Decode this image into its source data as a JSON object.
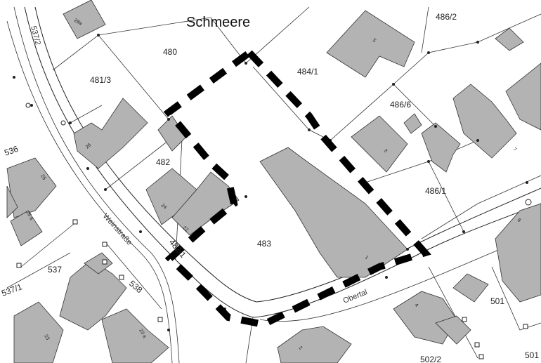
{
  "map": {
    "place_name": "Schmeere",
    "street_labels": {
      "weinstrasse": "Weinstraße",
      "obertal": "Obertal",
      "top_left_street": "537/2"
    },
    "parcels": [
      {
        "id": "480",
        "label": "480"
      },
      {
        "id": "481-3",
        "label": "481/3"
      },
      {
        "id": "482",
        "label": "482"
      },
      {
        "id": "482-1",
        "label": "482/1"
      },
      {
        "id": "483",
        "label": "483"
      },
      {
        "id": "484-1",
        "label": "484/1"
      },
      {
        "id": "486-2",
        "label": "486/2"
      },
      {
        "id": "486-6",
        "label": "486/6"
      },
      {
        "id": "486-1",
        "label": "486/1"
      },
      {
        "id": "501-a",
        "label": "501"
      },
      {
        "id": "501-b",
        "label": "501"
      },
      {
        "id": "502-2",
        "label": "502/2"
      },
      {
        "id": "536",
        "label": "536"
      },
      {
        "id": "537",
        "label": "537"
      },
      {
        "id": "537-1",
        "label": "537/1"
      },
      {
        "id": "538",
        "label": "538"
      }
    ],
    "house_numbers": [
      "28a",
      "5",
      "26",
      "24",
      "22",
      "3",
      "7",
      "1",
      "25",
      "25 a",
      "4",
      "8",
      "23",
      "23 a",
      "2"
    ],
    "colors": {
      "building_fill": "#b3b3b3",
      "boundary": "#000000",
      "background": "#ffffff"
    }
  }
}
